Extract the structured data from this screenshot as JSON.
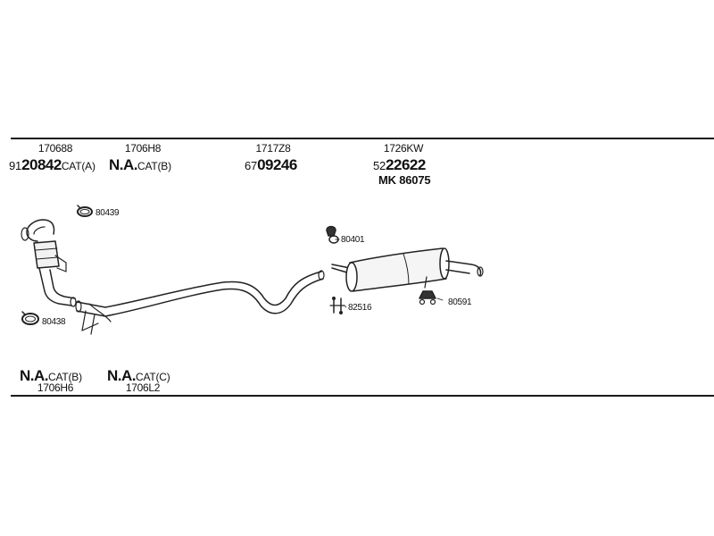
{
  "top_labels": [
    {
      "code": "170688",
      "prefix": "91",
      "number": "20842",
      "suffix": "CAT(A)"
    },
    {
      "code": "1706H8",
      "prefix": "",
      "number": "N.A.",
      "suffix": "CAT(B)"
    },
    {
      "code": "1717Z8",
      "prefix": "67",
      "number": "09246",
      "suffix": ""
    },
    {
      "code": "1726KW",
      "prefix": "52",
      "number": "22622",
      "suffix": "",
      "extra": "MK  86075"
    }
  ],
  "bottom_labels": [
    {
      "number": "N.A.",
      "suffix": "CAT(B)",
      "code": "1706H6"
    },
    {
      "number": "N.A.",
      "suffix": "CAT(C)",
      "code": "1706L2"
    }
  ],
  "part_numbers": {
    "clamp_upper": "80439",
    "clamp_lower": "80438",
    "rubber_mount": "80401",
    "bracket": "82516",
    "hanger": "80591"
  }
}
